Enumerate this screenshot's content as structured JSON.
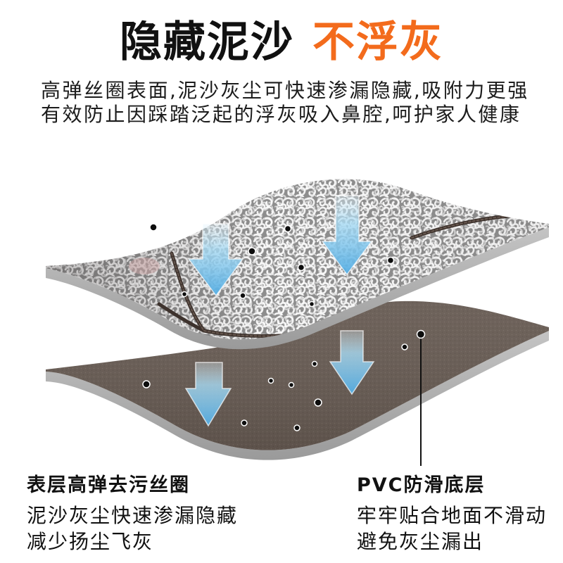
{
  "headline": {
    "main": "隐藏泥沙",
    "highlight": "不浮灰"
  },
  "subtitle": [
    "高弹丝圈表面,泥沙灰尘可快速渗漏隐藏,吸附力更强",
    "有效防止因踩踏泛起的浮灰吸入鼻腔,呵护家人健康"
  ],
  "layers": {
    "top": {
      "heading": "表层高弹去污丝圈",
      "description": [
        "泥沙灰尘快速渗漏隐藏",
        "减少扬尘飞灰"
      ]
    },
    "bottom": {
      "heading": "PVC防滑底层",
      "description": [
        "牢牢贴合地面不滑动",
        "避免灰尘漏出"
      ]
    }
  },
  "colors": {
    "text": "#111111",
    "accent": "#f36b1c",
    "arrow": "#5cb4e6",
    "coil": "#f2f2f2",
    "pvc": "#675b53",
    "edge": "#a8a8a8",
    "particle": "#0d0d0d"
  },
  "icons": {
    "arrow": "down-arrow-icon",
    "particle": "dust-particle-icon"
  }
}
